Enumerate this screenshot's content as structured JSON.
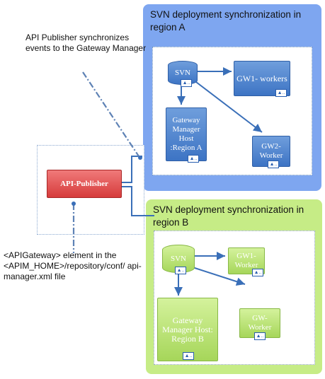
{
  "annotations": {
    "publisher_note": "API Publisher synchronizes events to the Gateway Manager",
    "gateway_note": "<APIGateway> element in the <APIM_HOME>/repository/conf/ api-manager.xml file"
  },
  "publisher": {
    "label": "API-Publisher"
  },
  "region_a": {
    "title": "SVN deployment synchronization in region A",
    "svn": "SVN",
    "gateway_manager": "Gateway Manager Host :Region A",
    "gw1": "GW1- workers",
    "gw2": "GW2- Worker"
  },
  "region_b": {
    "title": "SVN deployment synchronization in region B",
    "svn": "SVN",
    "gateway_manager": "Gateway Manager Host: Region B",
    "gw1": "GW1- Worker",
    "gw2": "GW- Worker"
  },
  "colors": {
    "region_a_bg": "#7ea6f0",
    "region_b_bg": "#c6ec86",
    "publisher_red": "#d63b3b",
    "node_blue": "#3d74c4",
    "node_green": "#a6d65a",
    "connector": "#3a6fb8"
  },
  "icons": {
    "node_badge": "deployment-badge-icon"
  }
}
